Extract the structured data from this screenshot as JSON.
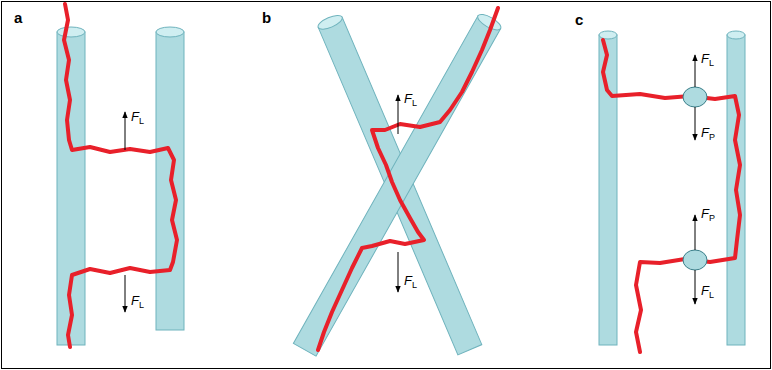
{
  "diagram": {
    "labels": [
      "a",
      "b",
      "c",
      "F",
      "L",
      "F",
      "L",
      "F",
      "L",
      "F",
      "L",
      "F",
      "L",
      "F",
      "P",
      "F",
      "P",
      "F",
      "L"
    ]
  }
}
